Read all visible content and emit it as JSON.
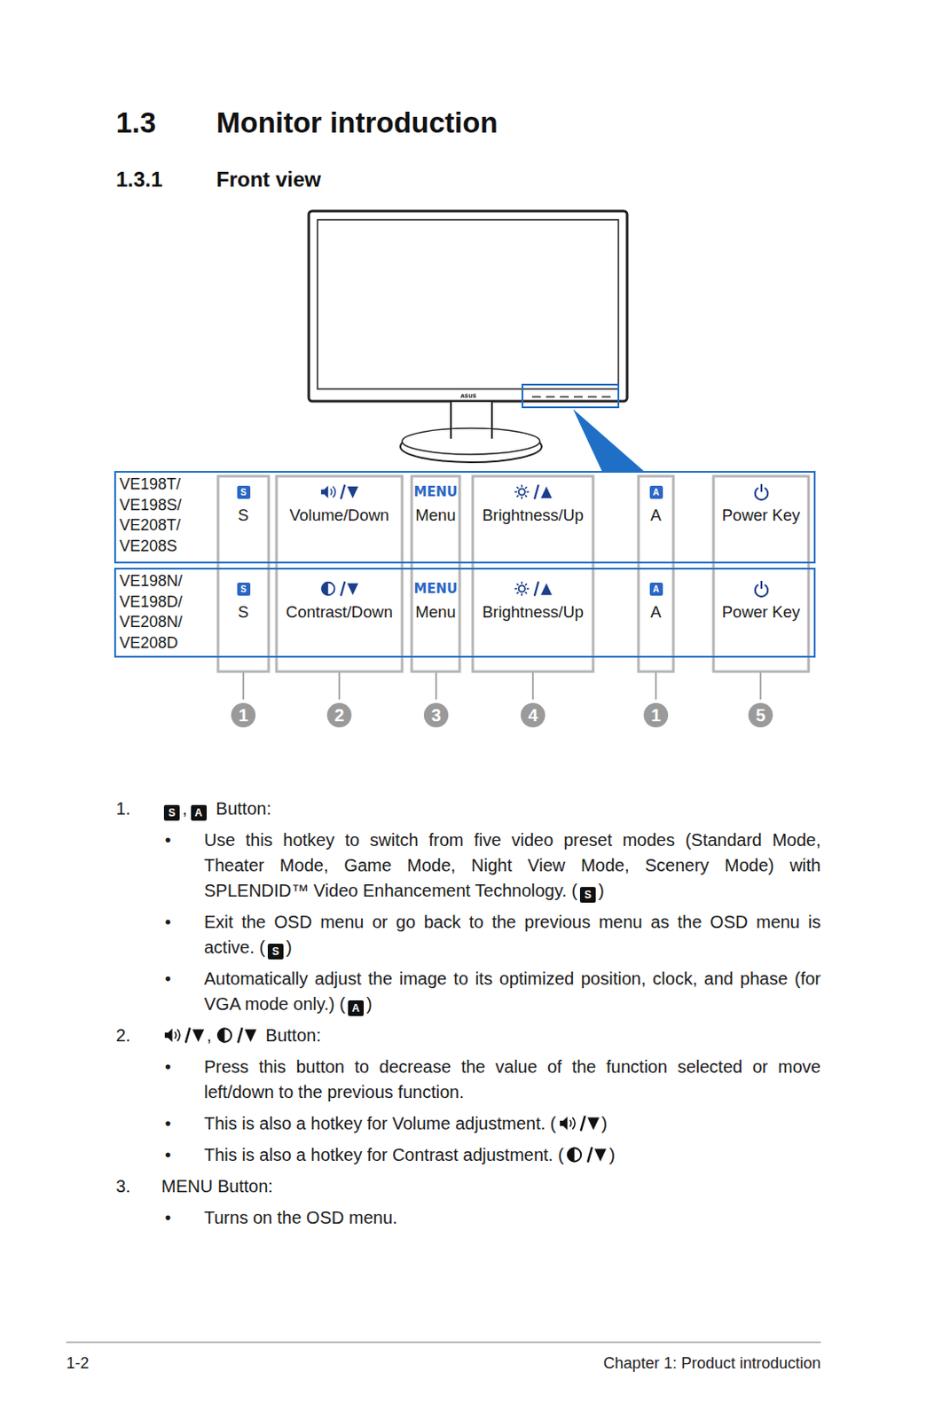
{
  "diagram": {
    "title": "Monitor introduction",
    "nodes": [
      {
        "text": [
          "VE198T/ VE198S/ VE208T/ VE208S"
        ]
      },
      {
        "text": [
          "S",
          "S"
        ],
        "in": 0
      },
      {
        "text": [
          "Volume/Down"
        ],
        "in": 0
      },
      {
        "text": [
          "MENU",
          "Menu"
        ],
        "in": 0
      },
      {
        "text": [
          "Brightness/Up"
        ],
        "in": 0
      },
      {
        "text": [
          "A",
          "A"
        ],
        "in": 0
      },
      {
        "text": [
          "Power Key"
        ],
        "in": 0
      },
      {
        "text": [
          "VE198N/ VE198D/ VE208N/ VE208D"
        ]
      },
      {
        "text": [
          "S",
          "S"
        ],
        "in": 7
      },
      {
        "text": [
          "Contrast/Down"
        ],
        "in": 7
      },
      {
        "text": [
          "MENU",
          "Menu"
        ],
        "in": 7
      },
      {
        "text": [
          "Brightness/Up"
        ],
        "in": 7
      },
      {
        "text": [
          "A",
          "A"
        ],
        "in": 7
      },
      {
        "text": [
          "Power Key"
        ],
        "in": 7
      }
    ],
    "labels": [
      "1.3",
      "1.3.1",
      "Front view",
      "1",
      "2",
      "3",
      "4",
      "1",
      "5",
      "1.",
      "S",
      ",",
      "A",
      "Button:",
      "•",
      "Use this hotkey to switch from five video preset modes (Standard Mode, Theater Mode, Game Mode, Night View Mode, Scenery Mode) with SPLENDID™ Video Enhancement Technology. (",
      "S",
      ")",
      "•",
      "Exit the OSD menu or go back to the previous menu as the OSD menu is active. (",
      "S",
      ")",
      "•",
      "Automatically adjust the image to its optimized position, clock, and phase (for VGA mode only.) (",
      "A",
      ")",
      "2.",
      ",",
      "Button:",
      "•",
      "Press this button to decrease the value of the function selected or move left/down to the previous function.",
      "•",
      "This is also a hotkey for Volume adjustment. (",
      ")",
      "•",
      "This is also a hotkey for Contrast adjustment. (",
      ")",
      "3.",
      "MENU Button:",
      "•",
      "Turns on the OSD menu.",
      "1-2",
      "Chapter 1: Product introduction",
      "ASUS"
    ]
  }
}
